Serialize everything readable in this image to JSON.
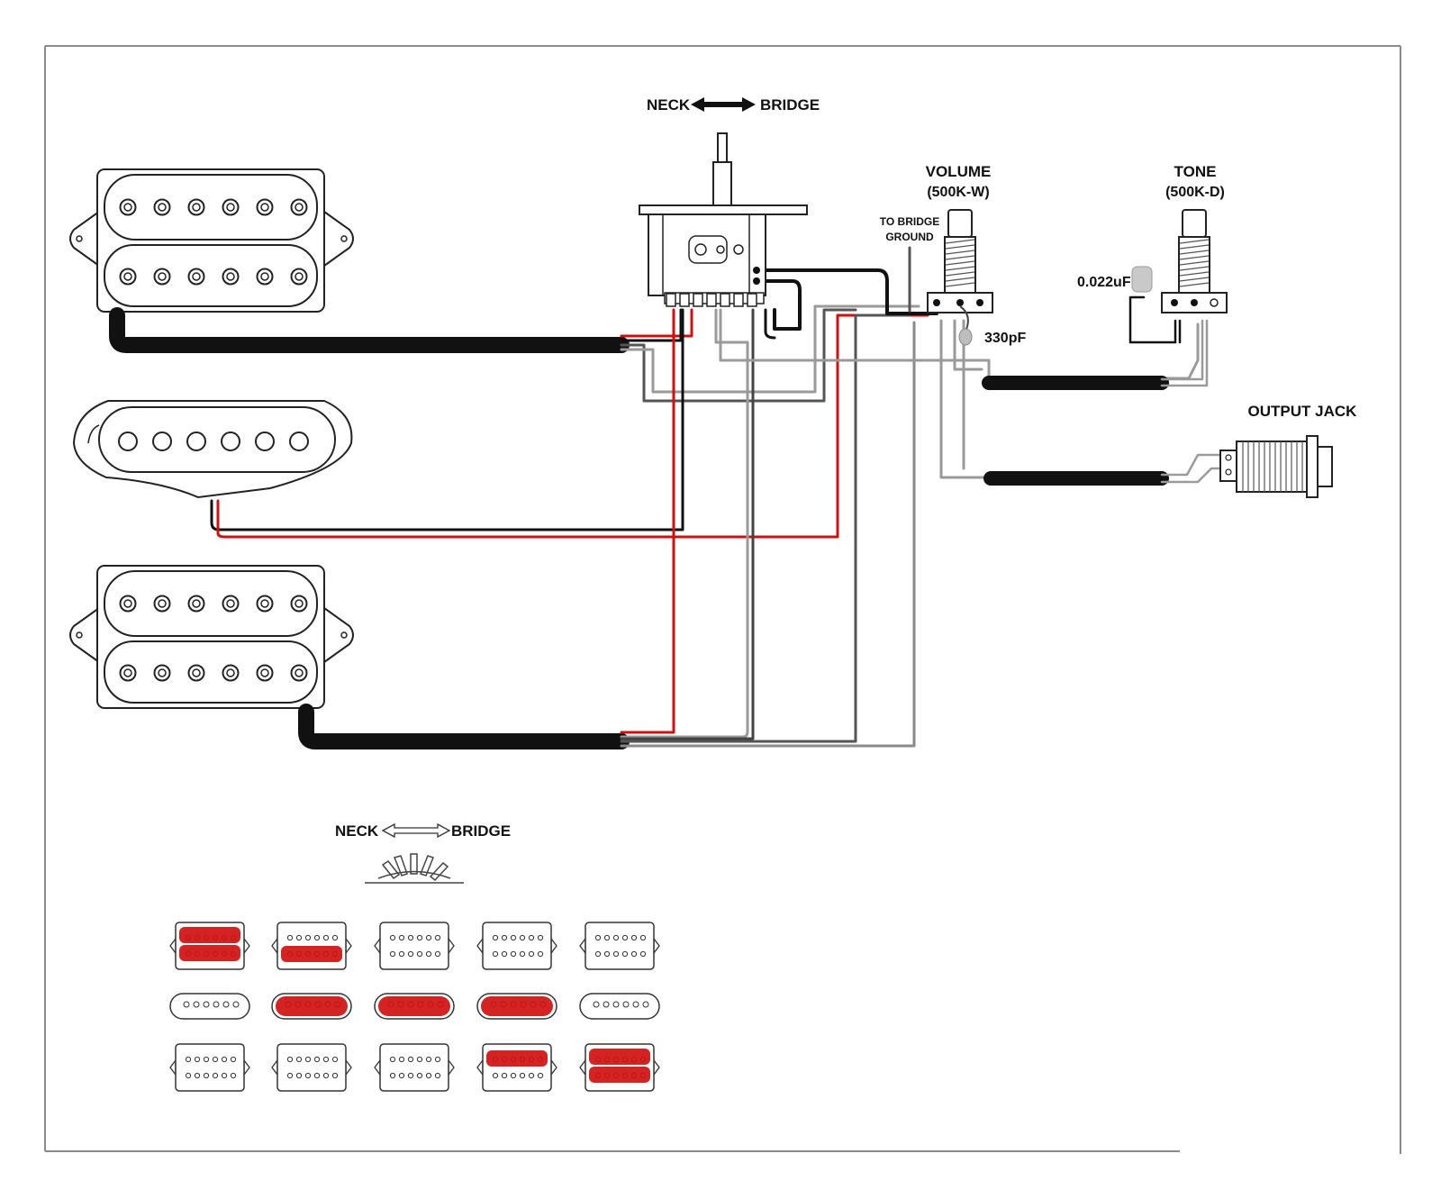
{
  "labels": {
    "switch_top_left": "NECK",
    "switch_top_right": "BRIDGE",
    "volume": "VOLUME",
    "volume_value": "(500K-W)",
    "tone": "TONE",
    "tone_value": "(500K-D)",
    "to_bridge_1": "TO BRIDGE",
    "to_bridge_2": "GROUND",
    "cap_tone": "0.022uF",
    "cap_volume": "330pF",
    "output_jack": "OUTPUT JACK",
    "legend_left": "NECK",
    "legend_right": "BRIDGE"
  },
  "colors": {
    "hot": "#d01010",
    "black": "#111111",
    "gray": "#9a9a9a",
    "frame": "#8a8a8a"
  },
  "legend": {
    "pickup_types": [
      "humbucker",
      "single-coil",
      "humbucker"
    ],
    "positions": [
      {
        "neck": "both-coils",
        "middle": "off",
        "bridge": "off"
      },
      {
        "neck": "lower-coil",
        "middle": "on",
        "bridge": "off"
      },
      {
        "neck": "off",
        "middle": "on",
        "bridge": "off"
      },
      {
        "neck": "off",
        "middle": "on",
        "bridge": "upper-coil"
      },
      {
        "neck": "off",
        "middle": "off",
        "bridge": "both-coils"
      }
    ]
  }
}
